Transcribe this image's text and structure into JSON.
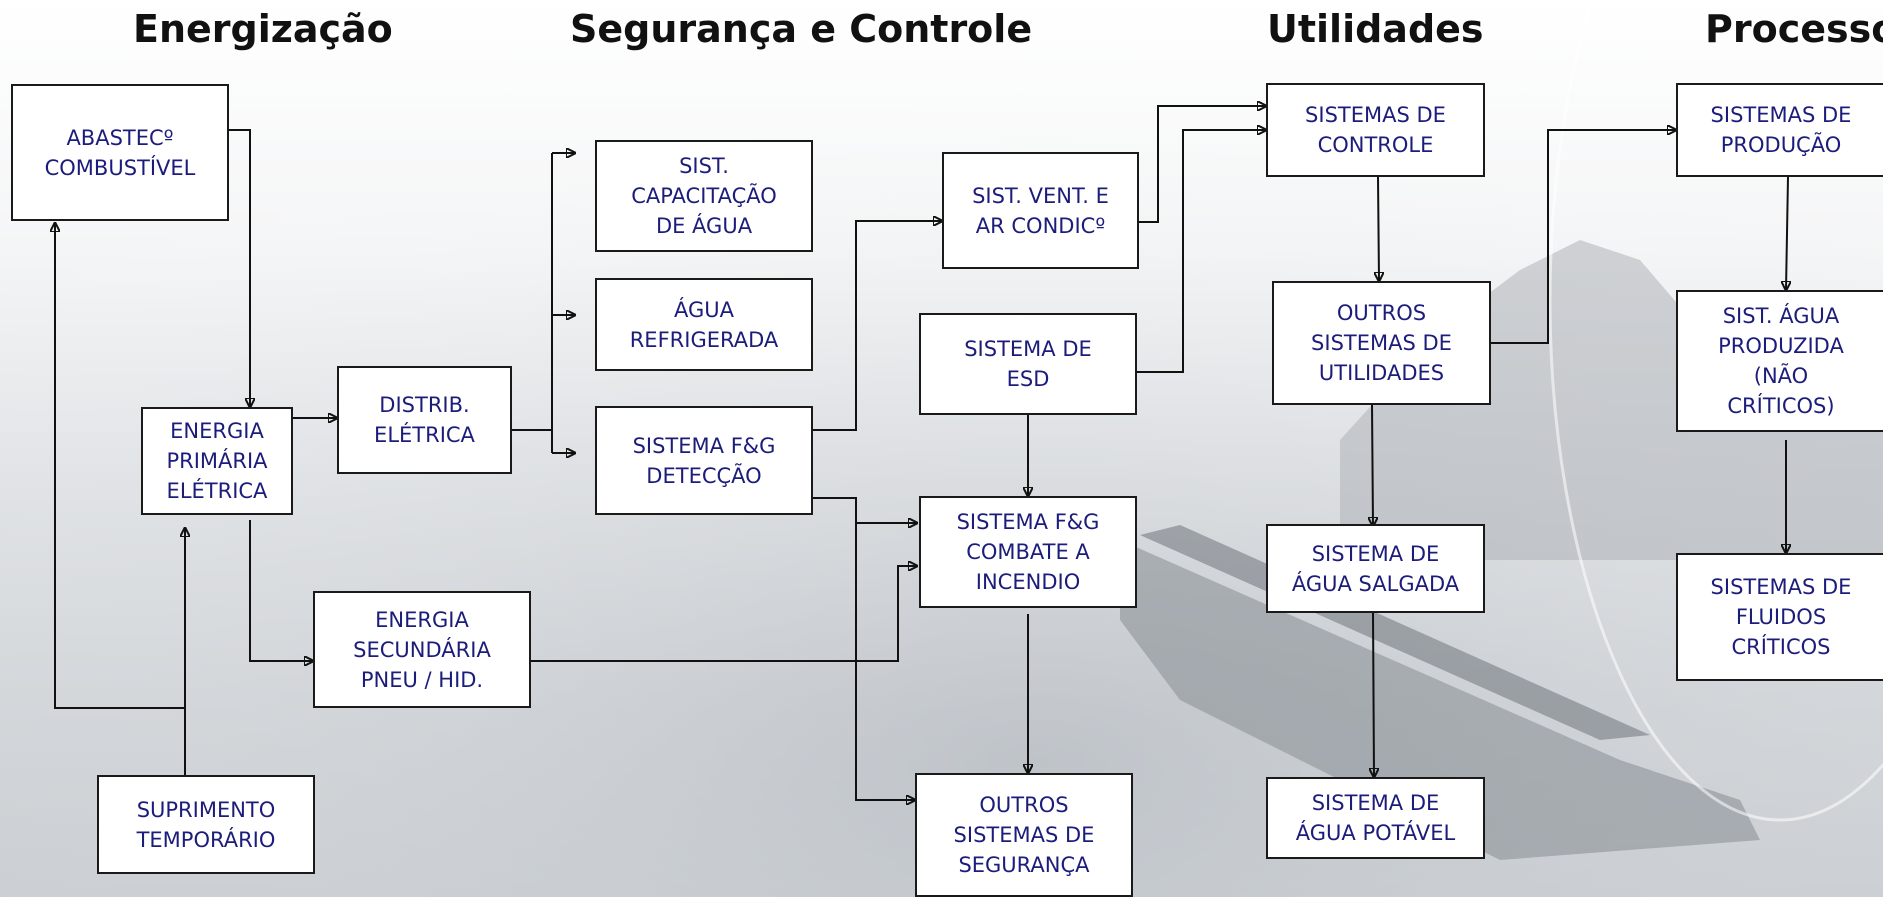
{
  "headers": {
    "energizacao": "Energização",
    "seguranca": "Segurança e Controle",
    "utilidades": "Utilidades",
    "processo": "Processo"
  },
  "boxes": {
    "abastecimento": "ABASTECº\nCOMBUSTÍVEL",
    "energia_primaria": "ENERGIA\nPRIMÁRIA\nELÉTRICA",
    "distrib_eletrica": "DISTRIB.\nELÉTRICA",
    "energia_secundaria": "ENERGIA\nSECUNDÁRIA\nPNEU / HID.",
    "suprimento_temporario": "SUPRIMENTO\nTEMPORÁRIO",
    "capacitacao_agua": "SIST.\nCAPACITAÇÃO\nDE ÁGUA",
    "agua_refrigerada": "ÁGUA\nREFRIGERADA",
    "fg_deteccao": "SISTEMA F&G\nDETECÇÃO",
    "vent_ar": "SIST. VENT. E\nAR CONDICº",
    "esd": "SISTEMA DE\nESD",
    "fg_combate": "SISTEMA F&G\nCOMBATE A\nINCENDIO",
    "outros_seguranca": "OUTROS\nSISTEMAS DE\nSEGURANÇA",
    "sistemas_controle": "SISTEMAS  DE\nCONTROLE",
    "outros_utilidades": "OUTROS\nSISTEMAS DE\nUTILIDADES",
    "agua_salgada": "SISTEMA DE\nÁGUA SALGADA",
    "agua_potavel": "SISTEMA DE\nÁGUA POTÁVEL",
    "sistemas_producao": "SISTEMAS DE\nPRODUÇÃO",
    "agua_produzida": "SIST. ÁGUA\nPRODUZIDA\n(NÃO\nCRÍTICOS)",
    "fluidos_criticos": "SISTEMAS DE\nFLUIDOS\nCRÍTICOS"
  }
}
